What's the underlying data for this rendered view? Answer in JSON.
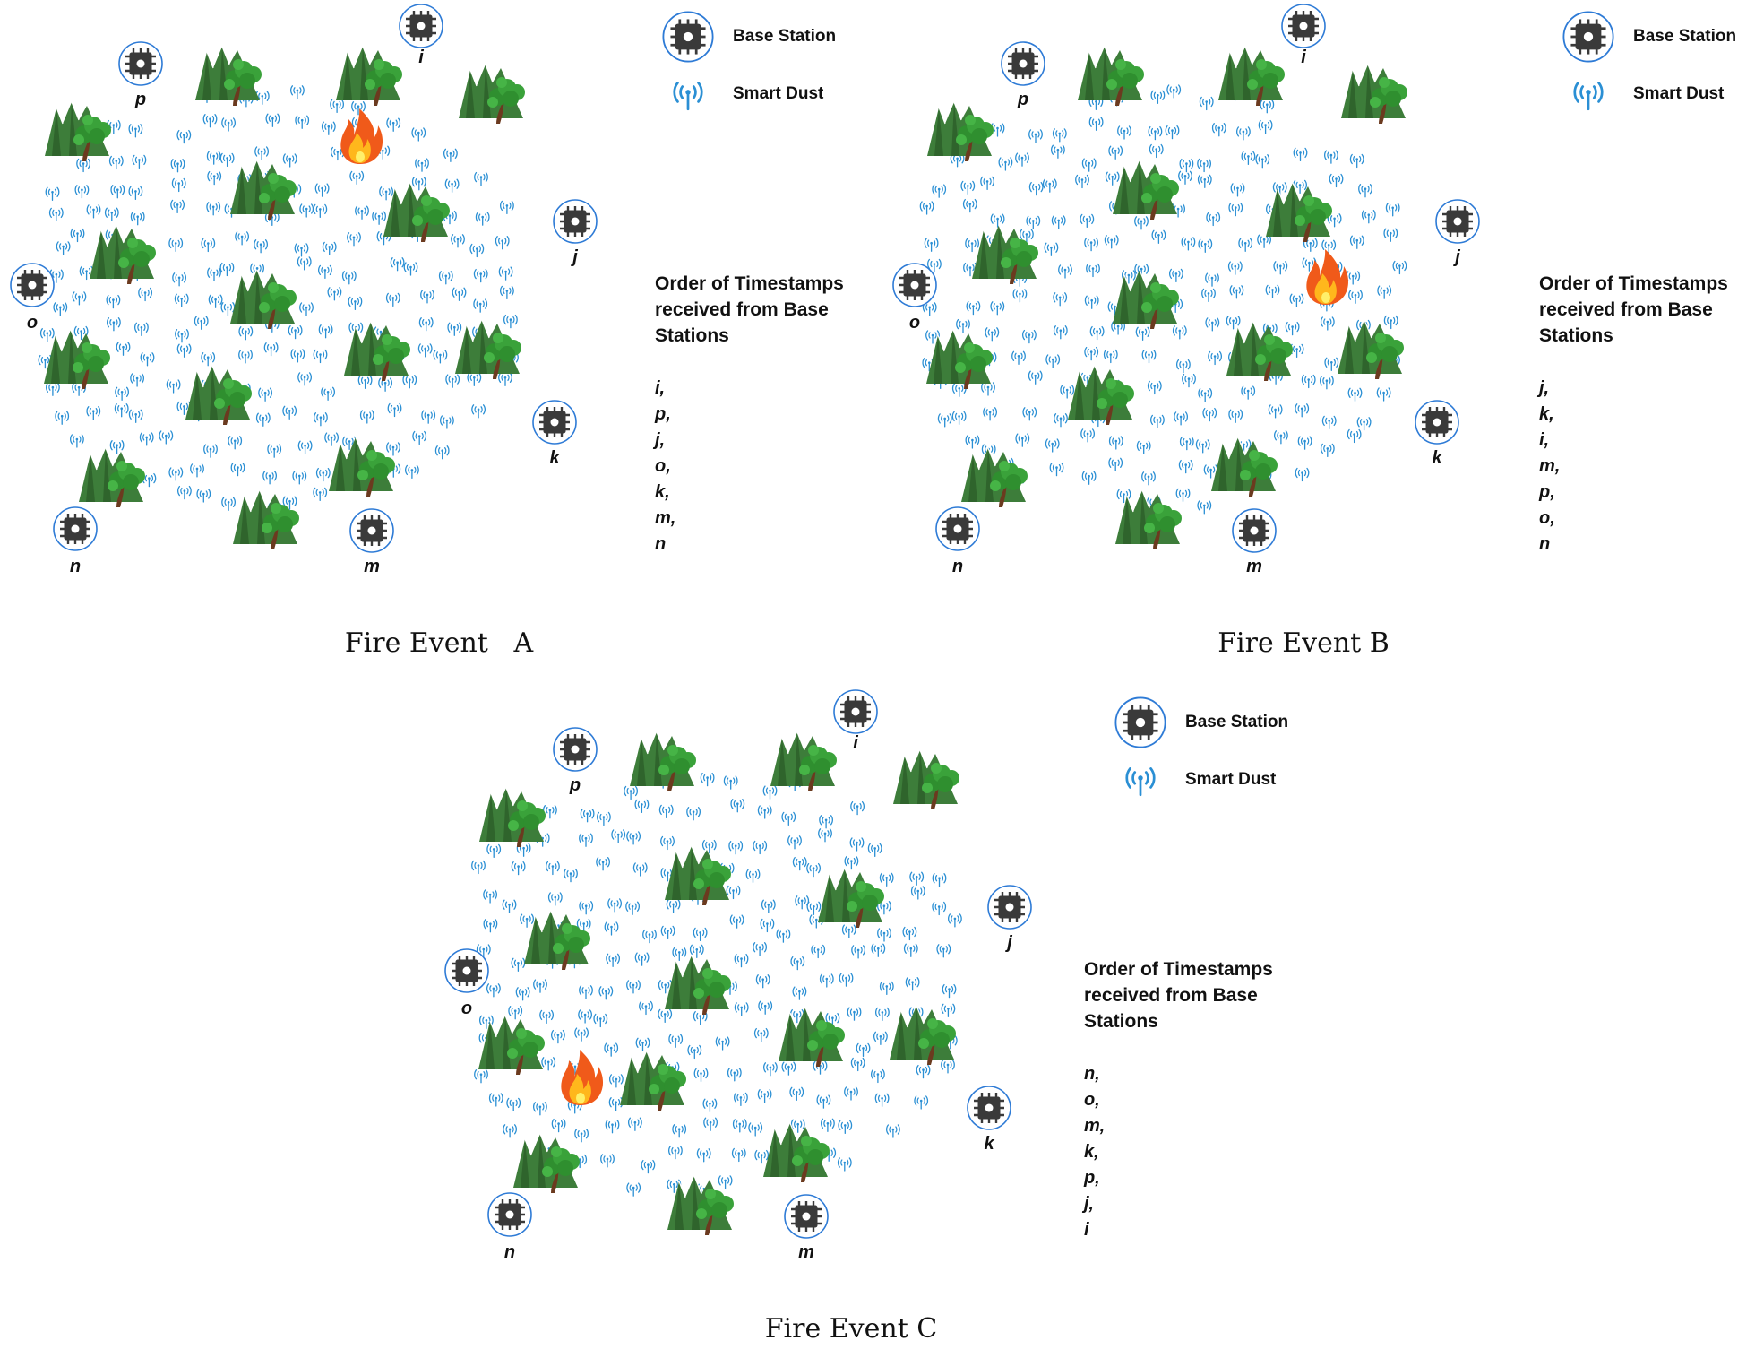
{
  "legend": {
    "base_station": "Base Station",
    "smart_dust": "Smart Dust"
  },
  "order_heading": "Order of Timestamps\nreceived from Base\nStations",
  "station_names": [
    "i",
    "j",
    "k",
    "m",
    "n",
    "o",
    "p"
  ],
  "panels": [
    {
      "id": "a",
      "caption": "Fire Event   A",
      "fire_region": "upper-center, near base station i",
      "order": [
        "i,",
        "p,",
        "j,",
        "o,",
        "k,",
        "m,",
        "n"
      ]
    },
    {
      "id": "b",
      "caption": "Fire Event B",
      "fire_region": "right side, between base stations j and k",
      "order": [
        "j,",
        "k,",
        "i,",
        "m,",
        "p,",
        "o,",
        "n"
      ]
    },
    {
      "id": "c",
      "caption": "Fire Event C",
      "fire_region": "lower-left, between base stations o and n",
      "order": [
        "n,",
        "o,",
        "m,",
        "k,",
        "p,",
        "j,",
        "i"
      ]
    }
  ],
  "colors": {
    "mountain": "#3d7d3a",
    "tree_leaf": "#3aa23a",
    "trunk": "#6b3a1f",
    "chip": "#3a3a3a",
    "ring": "#2e7bd6",
    "dust": "#2a8fd4",
    "flame": "#f05a1a"
  }
}
